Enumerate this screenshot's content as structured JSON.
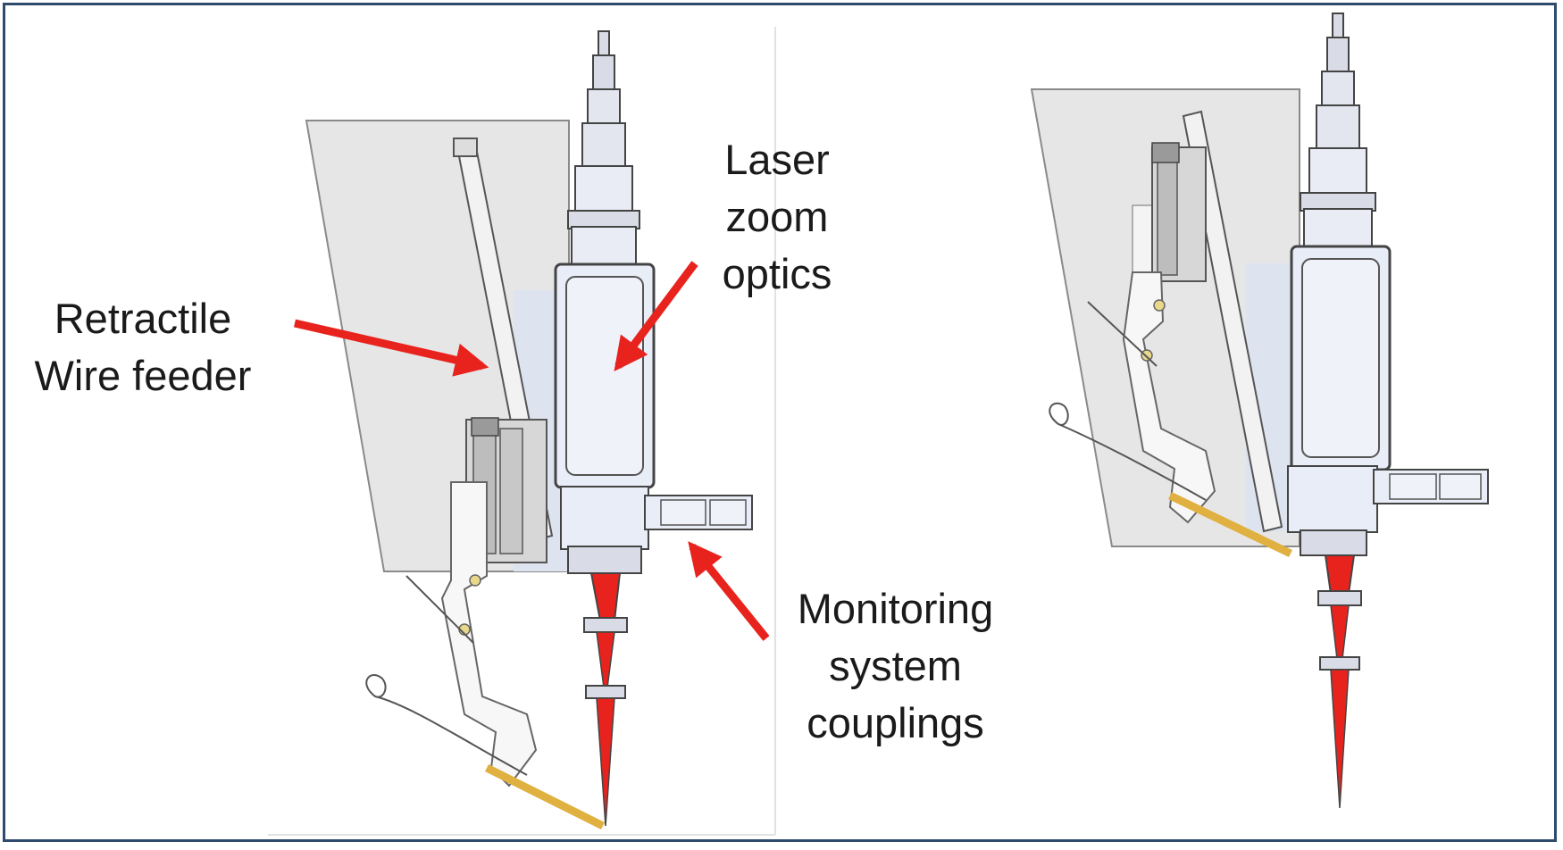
{
  "labels": {
    "wire_feeder": "Retractile\nWire feeder",
    "zoom_optics": "Laser\nzoom\noptics",
    "monitoring": "Monitoring\nsystem\ncouplings"
  },
  "colors": {
    "frame_border": "#2e4b6e",
    "housing_gray": "#e6e6e6",
    "part_fill": "#e9edf7",
    "part_stroke": "#4a4a55",
    "laser_red": "#e8231e",
    "arrow_red": "#e8231e",
    "nozzle_gold": "#e0b040"
  }
}
